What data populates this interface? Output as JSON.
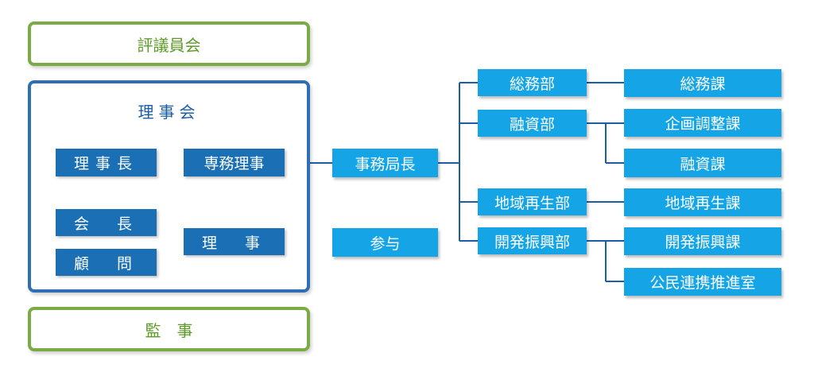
{
  "top": {
    "council": "評議員会",
    "auditor": "監　事"
  },
  "board": {
    "title": "理事会",
    "chairman": "理事長",
    "managing_director": "専務理事",
    "president": "会　長",
    "advisor": "顧　問",
    "director": "理　事"
  },
  "secretariat": {
    "secretary_general": "事務局長",
    "counselor": "参与"
  },
  "departments": [
    {
      "name": "総務部",
      "sections": [
        "総務課"
      ]
    },
    {
      "name": "融資部",
      "sections": [
        "企画調整課",
        "融資課"
      ]
    },
    {
      "name": "地域再生部",
      "sections": [
        "地域再生課"
      ]
    },
    {
      "name": "開発振興部",
      "sections": [
        "開発振興課",
        "公民連携推進室"
      ]
    }
  ]
}
